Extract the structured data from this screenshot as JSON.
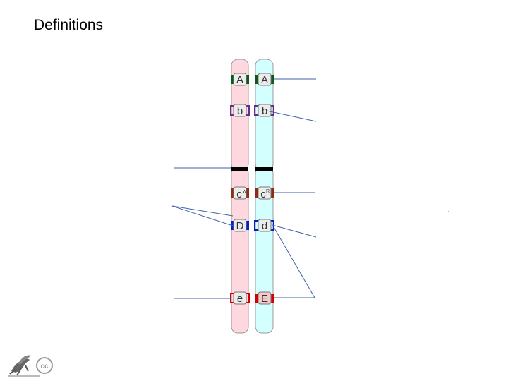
{
  "slide": {
    "title": "Definitions"
  },
  "colors": {
    "chrom_left": "#ffd7de",
    "chrom_right": "#d4ffff",
    "chrom_stroke": "#9a9a9a",
    "pointer_line": "#3f62a8",
    "centromere": "#000000",
    "locus_A": "#0b5a1c",
    "locus_b": "#6b2b8a",
    "locus_C": "#8b2e12",
    "locus_D": "#0020c8",
    "locus_E": "#d40000",
    "label_box_fill": "#ececec"
  },
  "chromosomes": {
    "left": {
      "loci": [
        {
          "id": "A",
          "label": "A",
          "sup": ""
        },
        {
          "id": "b",
          "label": "b",
          "sup": ""
        },
        {
          "id": "C",
          "label": "c",
          "sup": "w"
        },
        {
          "id": "D",
          "label": "D",
          "sup": ""
        },
        {
          "id": "E",
          "label": "e",
          "sup": ""
        }
      ]
    },
    "right": {
      "loci": [
        {
          "id": "A",
          "label": "A",
          "sup": ""
        },
        {
          "id": "b",
          "label": "b",
          "sup": ""
        },
        {
          "id": "C",
          "label": "c",
          "sup": "R"
        },
        {
          "id": "D",
          "label": "d",
          "sup": ""
        },
        {
          "id": "E",
          "label": "E",
          "sup": ""
        }
      ]
    }
  },
  "license": {
    "icon": "creative-commons-icon",
    "mascot": "lizard-logo-icon"
  }
}
